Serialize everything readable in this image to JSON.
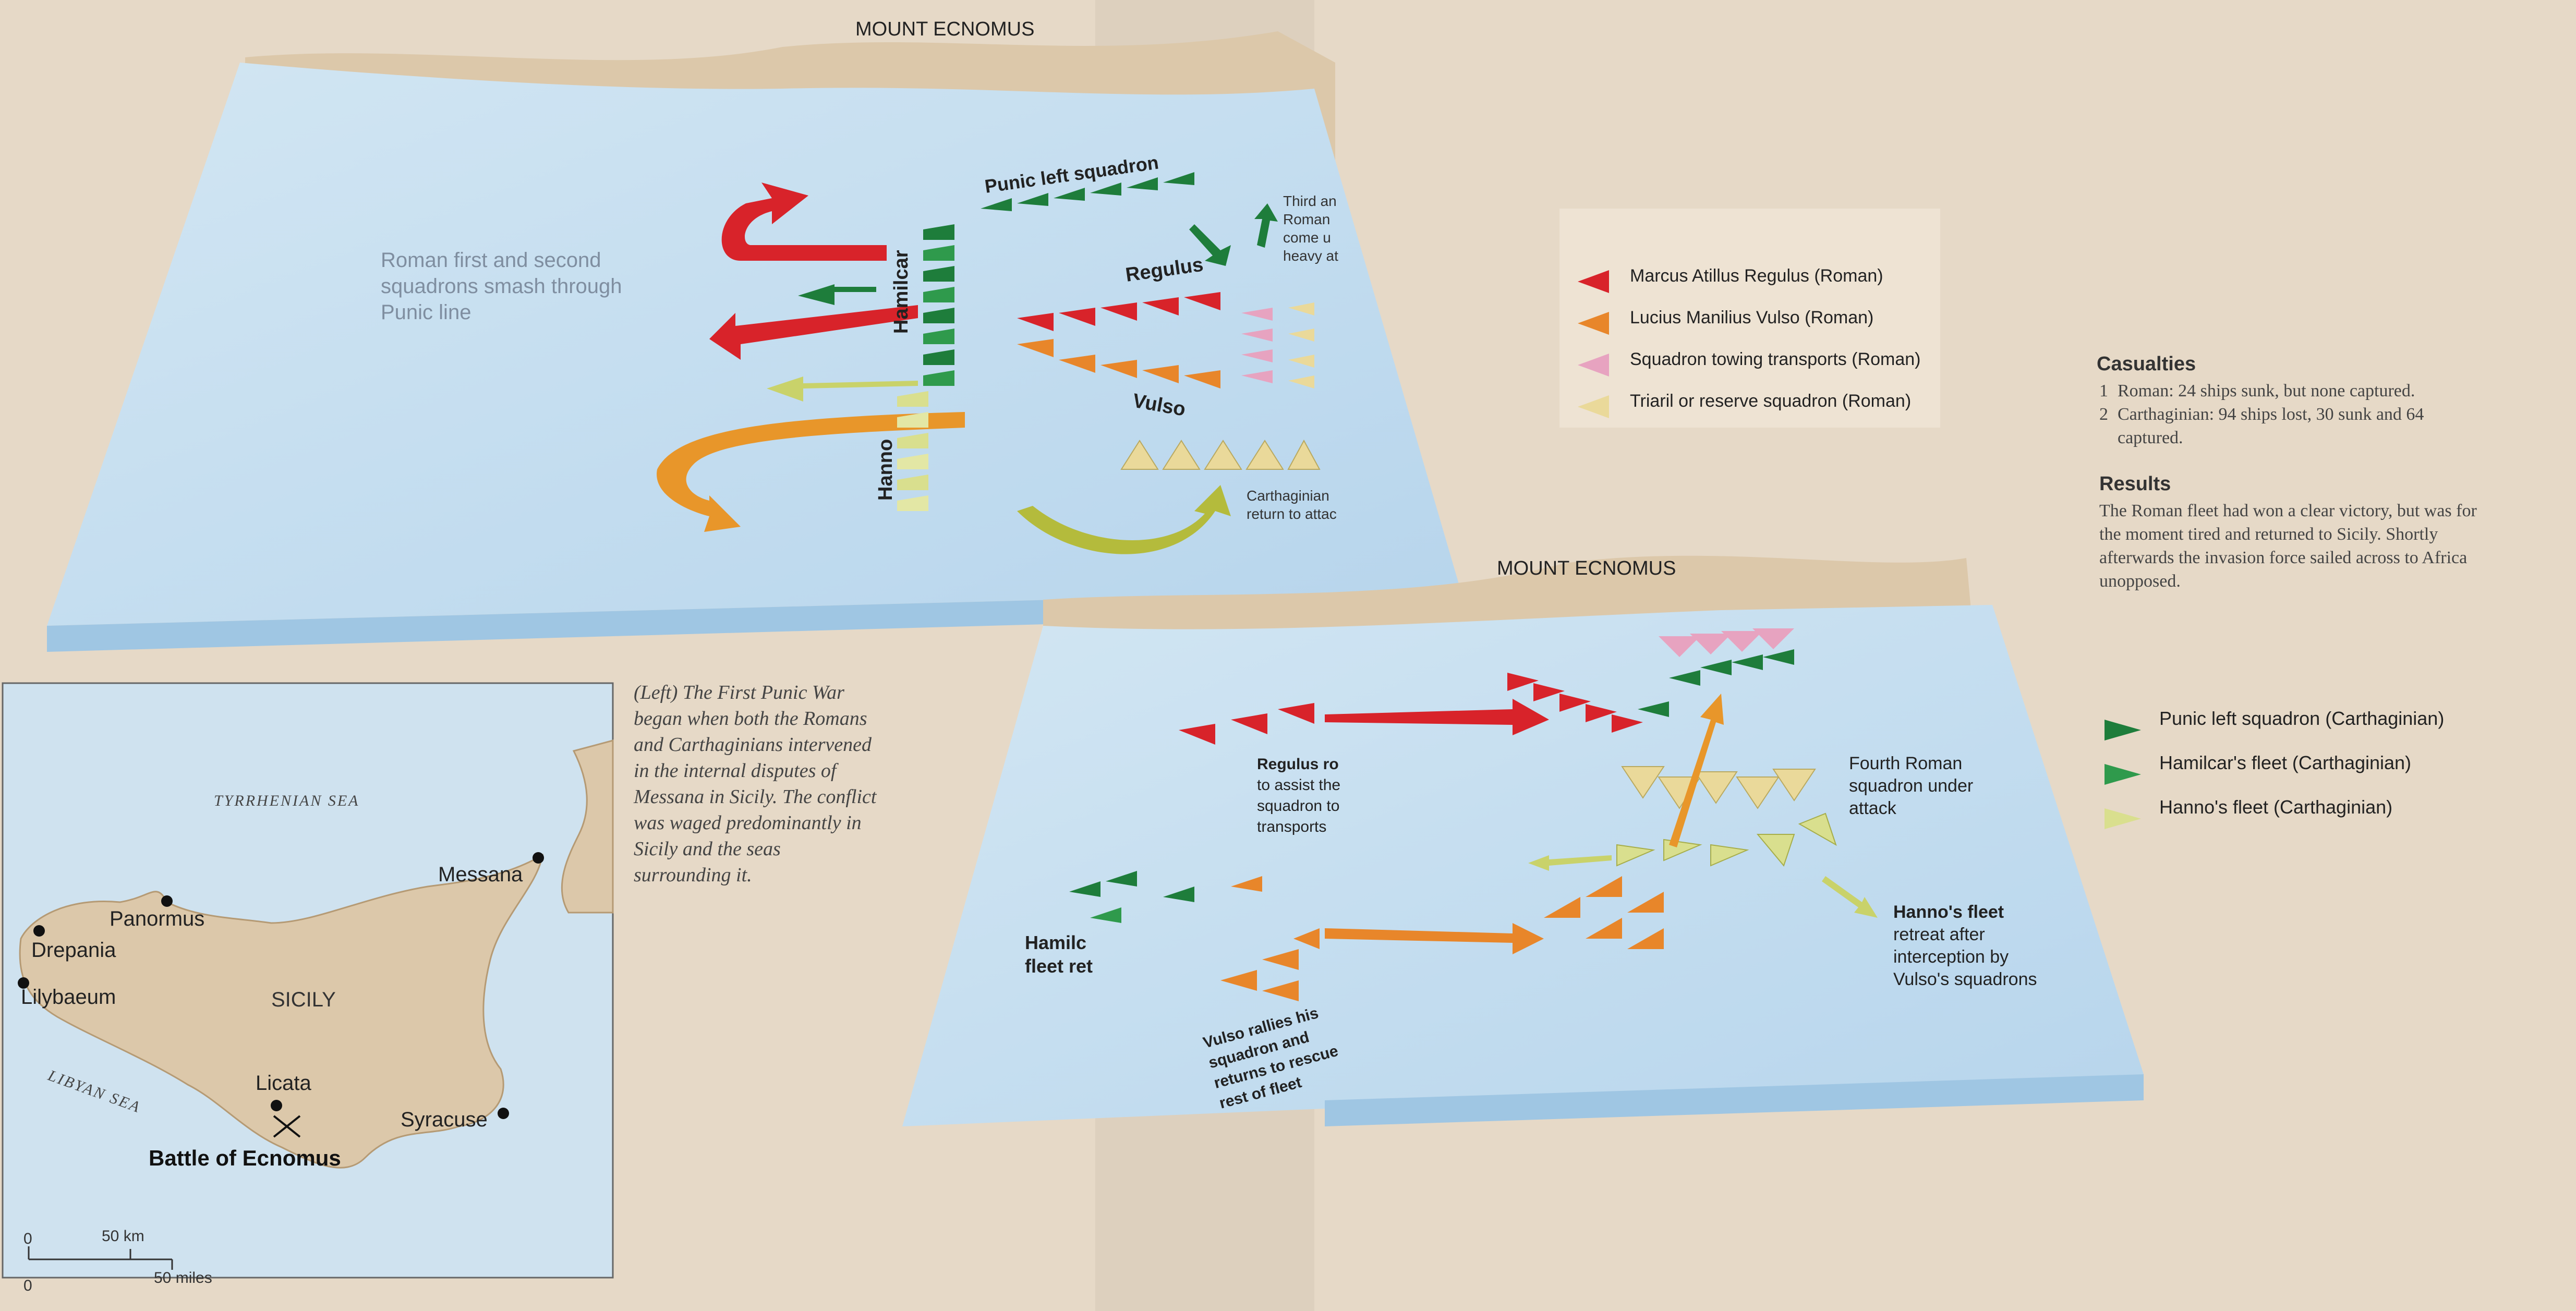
{
  "top_panel": {
    "title": "MOUNT ECNOMUS",
    "annotation_smash": [
      "Roman first and second",
      "squadrons smash through",
      "Punic line"
    ],
    "label_punic_left": "Punic left squadron",
    "label_hamilcar": "Hamilcar",
    "label_hanno": "Hanno",
    "label_regulus": "Regulus",
    "label_vulso": "Vulso",
    "annotation_third": [
      "Third an",
      "Roman",
      "come u",
      "heavy at"
    ],
    "annotation_carthaginians": [
      "Carthaginian",
      "return to attac"
    ]
  },
  "bottom_panel": {
    "title": "MOUNT ECNOMUS",
    "annotation_regulus": [
      "Regulus ro",
      "to assist the",
      "squadron to",
      "transports"
    ],
    "annotation_hamilcar": [
      "Hamilc",
      "fleet ret"
    ],
    "annotation_vulso": [
      "Vulso rallies his",
      "squadron and",
      "returns to rescue",
      "rest of fleet"
    ],
    "annotation_fourth": [
      "Fourth Roman",
      "squadron under",
      "attack"
    ],
    "annotation_hanno": [
      "Hanno's fleet",
      "retreat after",
      "interception by",
      "Vulso's squadrons"
    ]
  },
  "legend_roman": [
    {
      "label": "Marcus Atillus Regulus (Roman)",
      "color": "#d8232a"
    },
    {
      "label": "Lucius Manilius Vulso (Roman)",
      "color": "#e8862a"
    },
    {
      "label": "Squadron towing transports (Roman)",
      "color": "#e7a3c0"
    },
    {
      "label": "Triaril or reserve squadron (Roman)",
      "color": "#ead99a"
    }
  ],
  "legend_carthaginian": [
    {
      "label": "Punic left squadron (Carthaginian)",
      "color": "#1e7d3b"
    },
    {
      "label": "Hamilcar's fleet (Carthaginian)",
      "color": "#2f9a4c"
    },
    {
      "label": "Hanno's fleet (Carthaginian)",
      "color": "#d9df8e"
    }
  ],
  "casualties": {
    "heading": "Casualties",
    "items": [
      {
        "num": "1",
        "lines": [
          "Roman: 24 ships sunk, but none captured."
        ]
      },
      {
        "num": "2",
        "lines": [
          "Carthaginian: 94 ships lost, 30 sunk and 64",
          "captured."
        ]
      }
    ]
  },
  "results": {
    "heading": "Results",
    "lines": [
      "The Roman fleet had won a clear victory, but was for",
      "the moment tired and returned to Sicily. Shortly",
      "afterwards the invasion force sailed across to Africa",
      "unopposed."
    ]
  },
  "caption": {
    "lines": [
      "(Left) The First Punic War",
      "began when both the Romans",
      "and Carthaginians intervened",
      "in the internal disputes of",
      "Messana in Sicily. The conflict",
      "was waged predominantly in",
      "Sicily and the seas",
      "surrounding it."
    ]
  },
  "sicily_map": {
    "sea_north": "TYRRHENIAN SEA",
    "sea_south": "LIBYAN SEA",
    "island": "SICILY",
    "places": [
      "Messana",
      "Panormus",
      "Drepania",
      "Lilybaeum",
      "Licata",
      "Syracuse"
    ],
    "battle": "Battle of Ecnomus",
    "scale_km": "50 km",
    "scale_miles": "50 miles",
    "scale_zero_top": "0",
    "scale_zero_bottom": "0"
  },
  "colors": {
    "sea": "#c3dced",
    "sea_edge": "#a9cce5",
    "land": "#dcc8aa",
    "paper": "#e6d9c7",
    "roman_red": "#d8232a",
    "roman_orange": "#e8862a",
    "roman_pink": "#e7a3c0",
    "roman_reserve": "#ead99a",
    "punic_dark_green": "#1e7d3b",
    "punic_green": "#2f9a4c",
    "punic_yellow": "#d9df8e"
  }
}
